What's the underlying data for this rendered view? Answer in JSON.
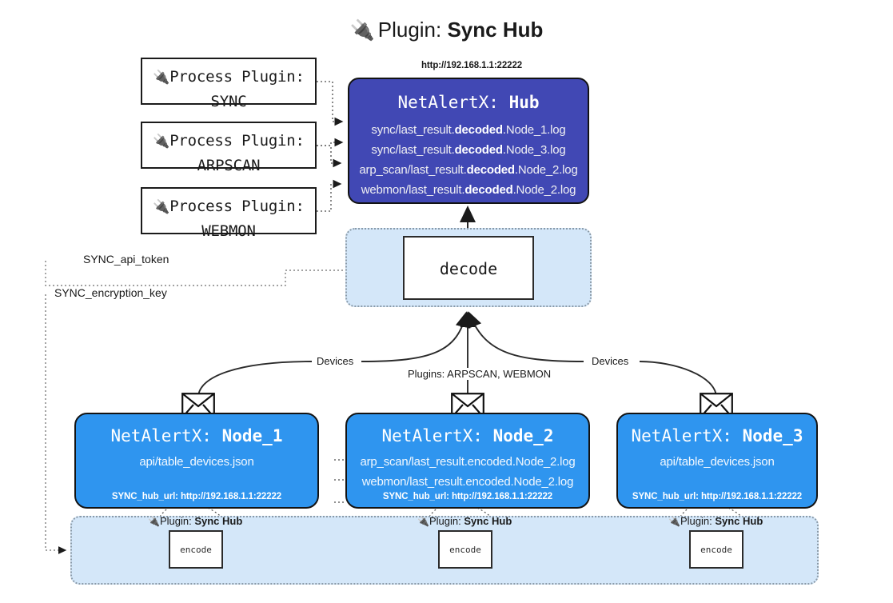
{
  "page": {
    "title_prefix": "Plugin:",
    "title_name": "Sync Hub",
    "plug_icon": "🔌"
  },
  "process_plugins": [
    {
      "line1": "Process Plugin:",
      "line2": "SYNC"
    },
    {
      "line1": "Process Plugin:",
      "line2": "ARPSCAN"
    },
    {
      "line1": "Process Plugin:",
      "line2": "WEBMON"
    }
  ],
  "hub": {
    "url": "http://192.168.1.1:22222",
    "title_prefix": "NetAlertX:",
    "title_name": "Hub",
    "logs": [
      {
        "pre": "sync/last_result.",
        "bold": "decoded",
        "post": ".Node_1.log"
      },
      {
        "pre": "sync/last_result.",
        "bold": "decoded",
        "post": ".Node_3.log"
      },
      {
        "pre": "arp_scan/last_result.",
        "bold": "decoded",
        "post": ".Node_2.log"
      },
      {
        "pre": "webmon/last_result.",
        "bold": "decoded",
        "post": ".Node_2.log"
      }
    ]
  },
  "decode": {
    "label": "decode"
  },
  "tokens": [
    {
      "label": "SYNC_api_token"
    },
    {
      "label": "SYNC_encryption_key"
    }
  ],
  "edge_labels": {
    "devices_left": "Devices",
    "devices_right": "Devices",
    "plugins_center": "Plugins: ARPSCAN, WEBMON"
  },
  "nodes": [
    {
      "title_prefix": "NetAlertX:",
      "title_name": "Node_1",
      "lines": [
        "api/table_devices.json"
      ],
      "footer": "SYNC_hub_url: http://192.168.1.1:22222"
    },
    {
      "title_prefix": "NetAlertX:",
      "title_name": "Node_2",
      "lines": [
        "arp_scan/last_result.encoded.Node_2.log",
        "webmon/last_result.encoded.Node_2.log"
      ],
      "footer": "SYNC_hub_url: http://192.168.1.1:22222"
    },
    {
      "title_prefix": "NetAlertX:",
      "title_name": "Node_3",
      "lines": [
        "api/table_devices.json"
      ],
      "footer": "SYNC_hub_url: http://192.168.1.1:22222"
    }
  ],
  "bottom_plugins": [
    {
      "prefix": "Plugin:",
      "name": "Sync Hub",
      "box_label": "encode"
    },
    {
      "prefix": "Plugin:",
      "name": "Sync Hub",
      "box_label": "encode"
    },
    {
      "prefix": "Plugin:",
      "name": "Sync Hub",
      "box_label": "encode"
    }
  ],
  "colors": {
    "hub_fill": "#4148b4",
    "node_fill": "#2f95ef",
    "container_fill": "#d4e7f9",
    "stroke": "#131313"
  }
}
